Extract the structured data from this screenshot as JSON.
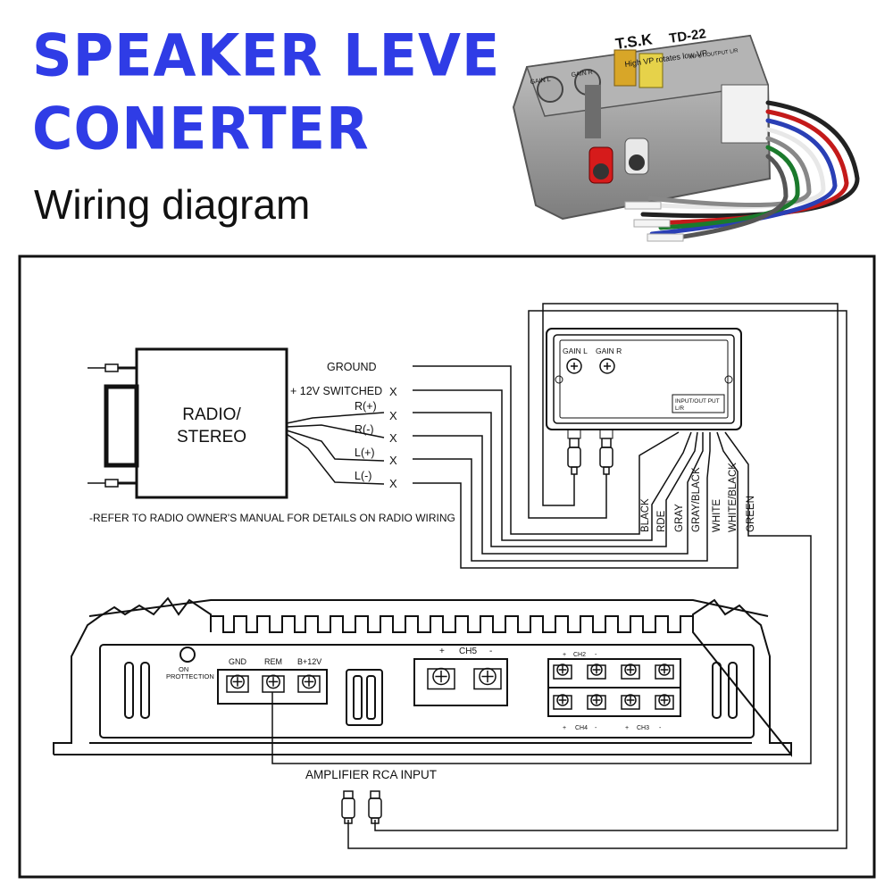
{
  "header": {
    "title_line1": "SPEAKER LEVE",
    "title_line2": "CONERTER",
    "subtitle": "Wiring diagram"
  },
  "product": {
    "brand": "T.S.K",
    "model": "TD-22",
    "tagline": "High VP rotates low VP",
    "gain_l": "GAIN L",
    "gain_r": "GAIN R",
    "io": "INPUT/OUTPUT L/R"
  },
  "radio": {
    "label_line1": "RADIO/",
    "label_line2": "STEREO",
    "note": "-REFER TO RADIO OWNER'S MANUAL FOR DETAILS ON RADIO WIRING"
  },
  "radio_wires": [
    {
      "label": "GROUND",
      "mark": ""
    },
    {
      "label": "+ 12V SWITCHED",
      "mark": "X"
    },
    {
      "label": "R(+)",
      "mark": "X"
    },
    {
      "label": "R(-)",
      "mark": "X"
    },
    {
      "label": "L(+)",
      "mark": "X"
    },
    {
      "label": "L(-)",
      "mark": "X"
    }
  ],
  "converter": {
    "gain_l": "GAIN L",
    "gain_r": "GAIN R",
    "io_line1": "INPUT/OUT PUT",
    "io_line2": "L/R"
  },
  "wire_colors": [
    "BLACK",
    "RDE",
    "GRAY",
    "GRAY/BLACK",
    "WHITE",
    "WHITE/BLACK",
    "GREEN"
  ],
  "amplifier": {
    "protection_line1": "ON",
    "protection_line2": "PROTTECTION",
    "power_terminals": [
      "GND",
      "REM",
      "B+12V"
    ],
    "ch5_label": "CH5",
    "ch5_plus": "+",
    "ch5_minus": "-",
    "ch2_label": "CH2",
    "ch4_label": "CH4",
    "ch3_label": "CH3",
    "plus": "+",
    "minus": "-",
    "rca_input": "AMPLIFIER RCA INPUT"
  },
  "colors": {
    "title": "#2f3ce6",
    "line": "#111111",
    "device_body": "#9a9a9a",
    "rca_red": "#d61b1b"
  }
}
